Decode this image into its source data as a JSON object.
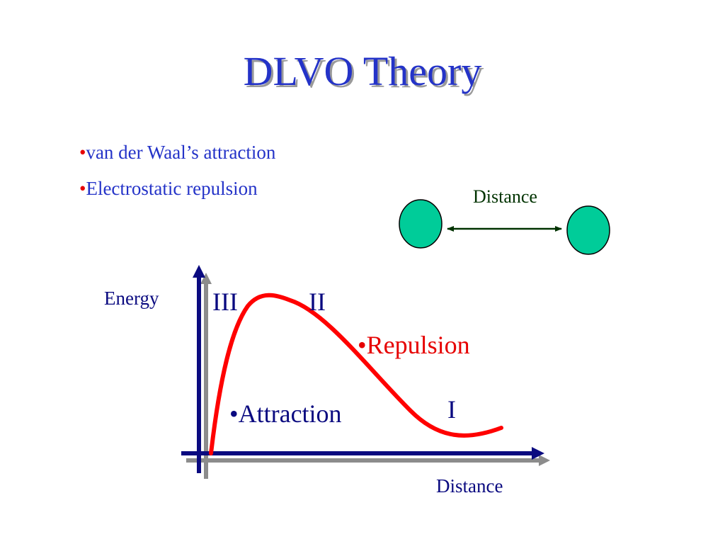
{
  "title": "DLVO Theory",
  "bullets": [
    {
      "marker": "•",
      "text": "van der Waal’s attraction"
    },
    {
      "marker": "•",
      "text": "Electrostatic repulsion"
    }
  ],
  "particle_diagram": {
    "distance_label": "Distance",
    "particle_color": "#00cc99",
    "arrow_color": "#003300"
  },
  "energy_plot": {
    "y_axis_label": "Energy",
    "x_axis_label": "Distance",
    "regions": [
      "III",
      "II",
      "I"
    ],
    "annotations": {
      "repulsion": "Repulsion",
      "attraction": "Attraction",
      "marker": "•"
    },
    "colors": {
      "axis": "#0a0a80",
      "axis_shadow": "#8c8c8c",
      "curve": "#ff0000"
    }
  }
}
